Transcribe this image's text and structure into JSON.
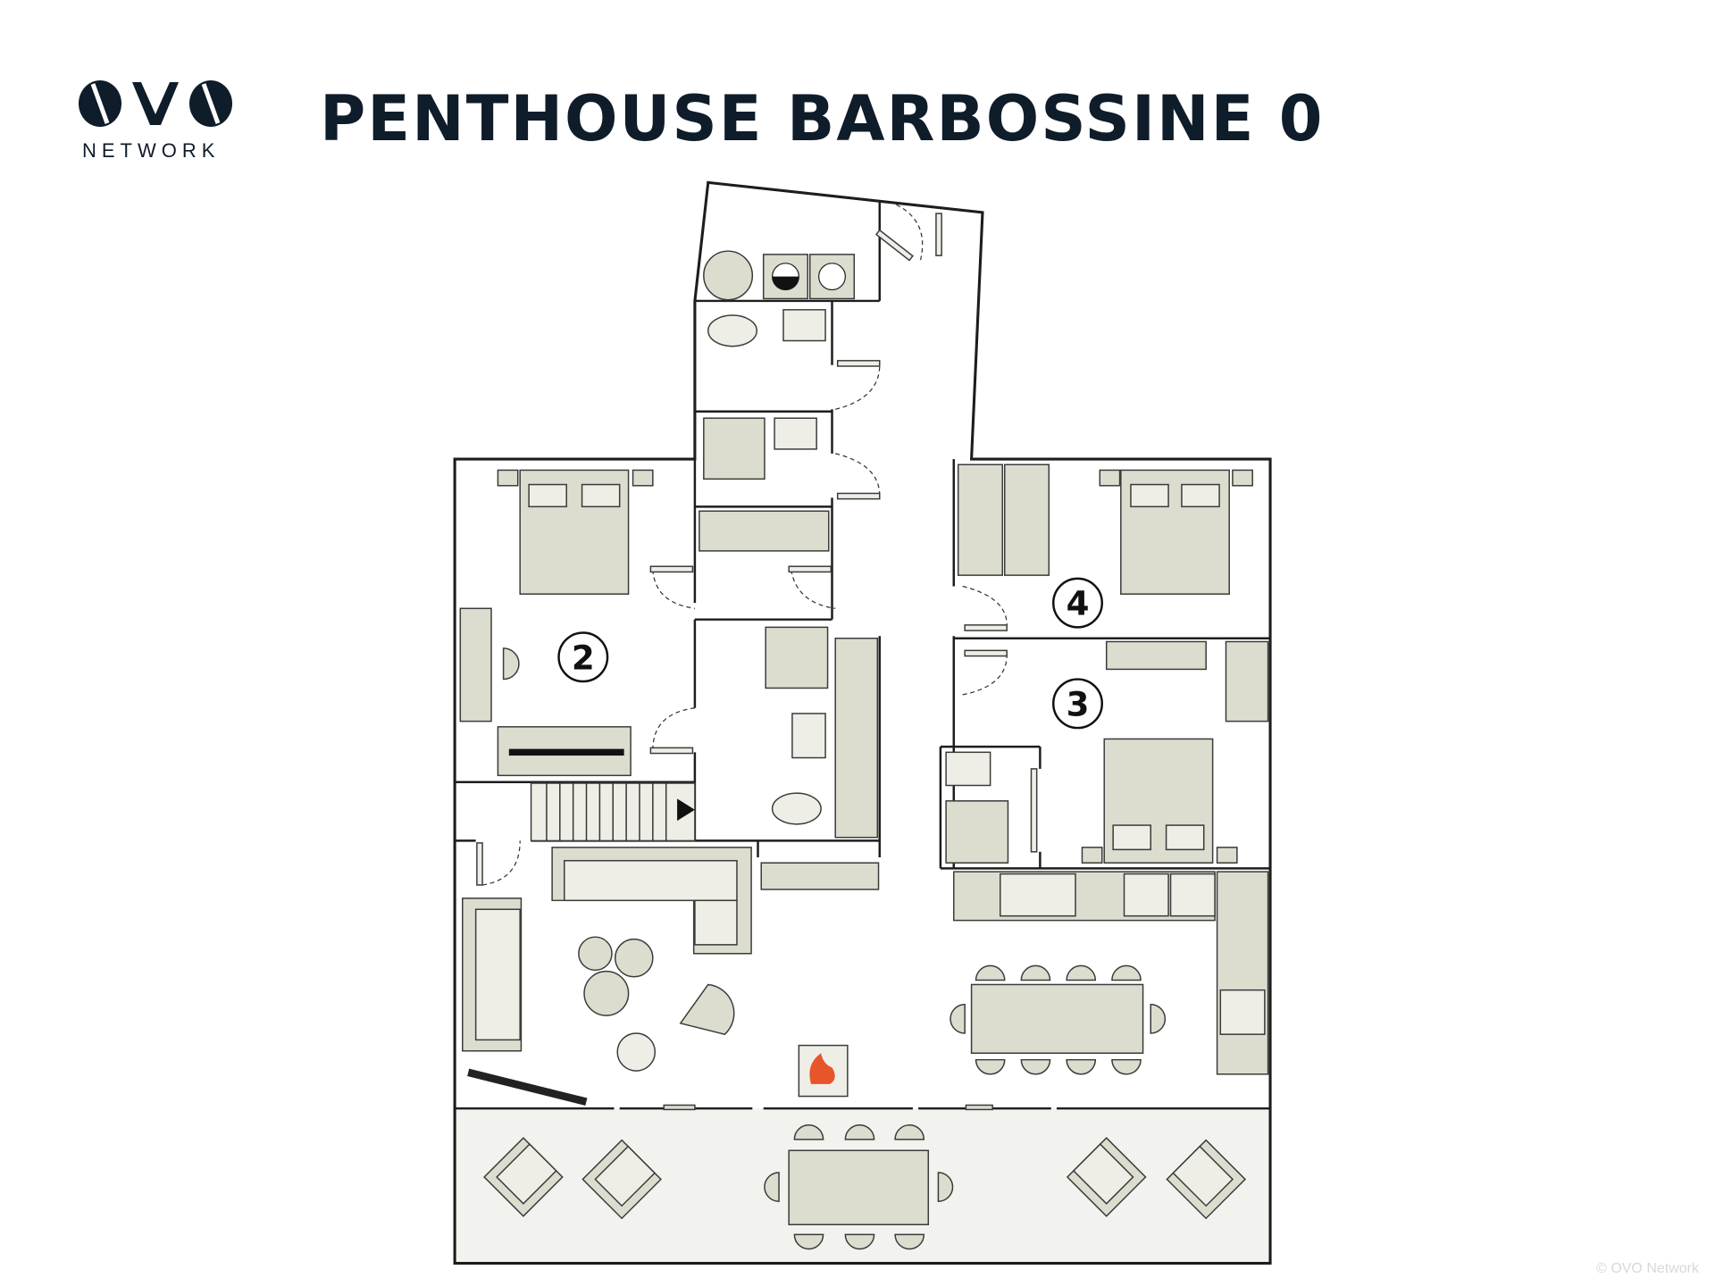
{
  "header": {
    "brand": "OVO",
    "brand_subtitle": "NETWORK",
    "title": "PENTHOUSE BARBOSSINE 0"
  },
  "plan": {
    "rooms": [
      {
        "number": "2"
      },
      {
        "number": "3"
      },
      {
        "number": "4"
      }
    ],
    "colors": {
      "wall": "#1d1d1d",
      "furniture": "#dcddcf",
      "terrace": "#f2f2ef",
      "fire": "#e8552b"
    }
  },
  "footer": {
    "copyright": "© OVO Network"
  }
}
